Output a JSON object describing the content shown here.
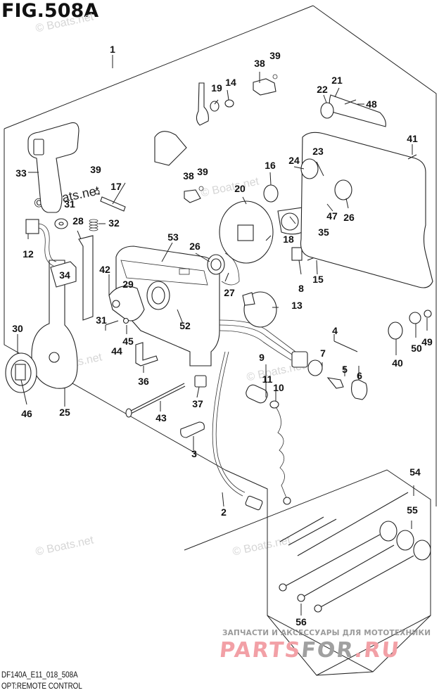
{
  "figure": {
    "title": "FIG.508A",
    "code": "DF140A_E11_018_508A",
    "caption": "OPT:REMOTE CONTROL"
  },
  "watermarks": {
    "boats": "© Boats.net",
    "partsfor_tagline": "ЗАПЧАСТИ И АКСЕССУАРЫ ДЛЯ МОТОТЕХНИКИ",
    "partsfor_logo_red": "PARTS",
    "partsfor_logo_grey": "FOR",
    "partsfor_logo_red2": ".RU",
    "colors": {
      "partsfor_red": "#f2a0a6",
      "partsfor_grey": "#a0a0a0",
      "boats_grey": "#d6d6d6"
    }
  },
  "callouts": [
    {
      "id": "1",
      "label": "1"
    },
    {
      "id": "2",
      "label": "2"
    },
    {
      "id": "3",
      "label": "3"
    },
    {
      "id": "4",
      "label": "4"
    },
    {
      "id": "5",
      "label": "5"
    },
    {
      "id": "6",
      "label": "6"
    },
    {
      "id": "7",
      "label": "7"
    },
    {
      "id": "8",
      "label": "8"
    },
    {
      "id": "9",
      "label": "9"
    },
    {
      "id": "10",
      "label": "10"
    },
    {
      "id": "11",
      "label": "11"
    },
    {
      "id": "12",
      "label": "12"
    },
    {
      "id": "13",
      "label": "13"
    },
    {
      "id": "14",
      "label": "14"
    },
    {
      "id": "15",
      "label": "15"
    },
    {
      "id": "16",
      "label": "16"
    },
    {
      "id": "17",
      "label": "17"
    },
    {
      "id": "18",
      "label": "18"
    },
    {
      "id": "19",
      "label": "19"
    },
    {
      "id": "20",
      "label": "20"
    },
    {
      "id": "21",
      "label": "21"
    },
    {
      "id": "22",
      "label": "22"
    },
    {
      "id": "23",
      "label": "23"
    },
    {
      "id": "24",
      "label": "24"
    },
    {
      "id": "25",
      "label": "25"
    },
    {
      "id": "26a",
      "label": "26"
    },
    {
      "id": "26b",
      "label": "26"
    },
    {
      "id": "27",
      "label": "27"
    },
    {
      "id": "28",
      "label": "28"
    },
    {
      "id": "29",
      "label": "29"
    },
    {
      "id": "30",
      "label": "30"
    },
    {
      "id": "31",
      "label": "31"
    },
    {
      "id": "31b",
      "label": "31"
    },
    {
      "id": "32",
      "label": "32"
    },
    {
      "id": "33",
      "label": "33"
    },
    {
      "id": "34",
      "label": "34"
    },
    {
      "id": "35",
      "label": "35"
    },
    {
      "id": "36",
      "label": "36"
    },
    {
      "id": "37",
      "label": "37"
    },
    {
      "id": "38a",
      "label": "38"
    },
    {
      "id": "38b",
      "label": "38"
    },
    {
      "id": "39a",
      "label": "39"
    },
    {
      "id": "39b",
      "label": "39"
    },
    {
      "id": "39c",
      "label": "39"
    },
    {
      "id": "40",
      "label": "40"
    },
    {
      "id": "41",
      "label": "41"
    },
    {
      "id": "42",
      "label": "42"
    },
    {
      "id": "43",
      "label": "43"
    },
    {
      "id": "44",
      "label": "44"
    },
    {
      "id": "45",
      "label": "45"
    },
    {
      "id": "46",
      "label": "46"
    },
    {
      "id": "47",
      "label": "47"
    },
    {
      "id": "48",
      "label": "48"
    },
    {
      "id": "49",
      "label": "49"
    },
    {
      "id": "50",
      "label": "50"
    },
    {
      "id": "52",
      "label": "52"
    },
    {
      "id": "53",
      "label": "53"
    },
    {
      "id": "54",
      "label": "54"
    },
    {
      "id": "55",
      "label": "55"
    },
    {
      "id": "56",
      "label": "56"
    }
  ]
}
